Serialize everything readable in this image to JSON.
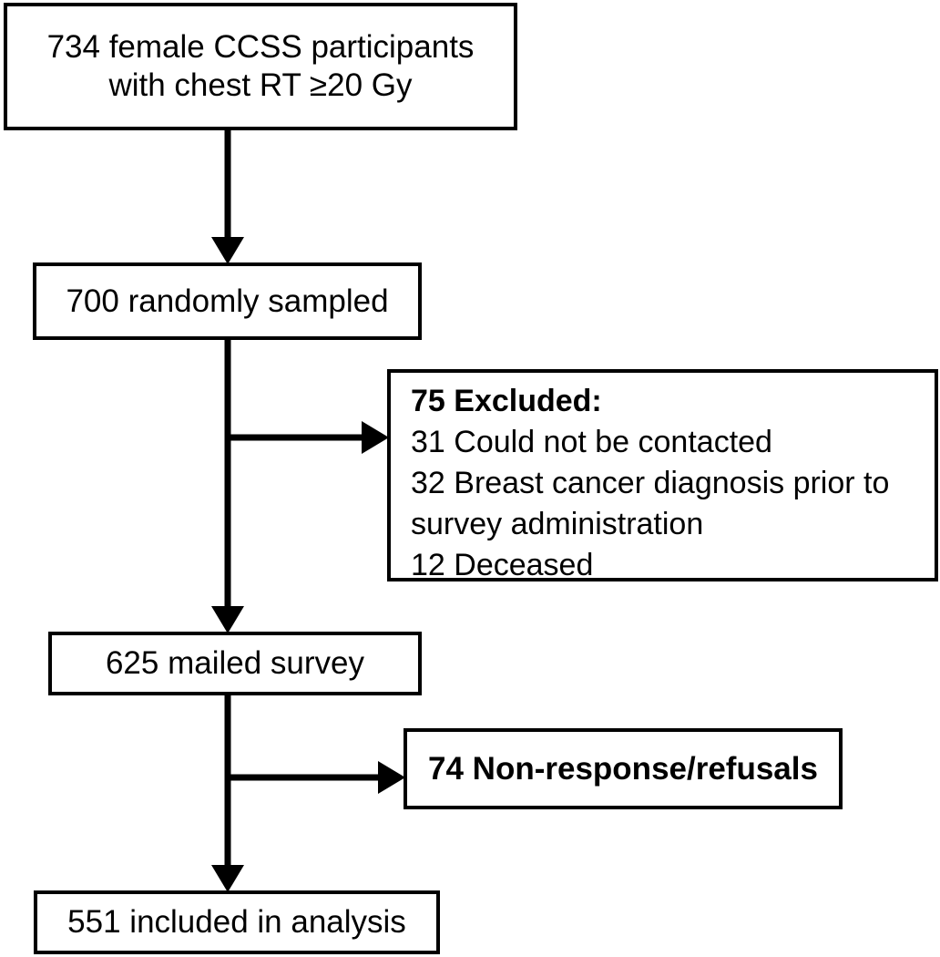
{
  "diagram": {
    "boxes": {
      "participants": {
        "line1": "734 female CCSS participants",
        "line2": "with chest RT ≥20 Gy"
      },
      "sampled": {
        "text": "700 randomly sampled"
      },
      "excluded": {
        "heading": "75 Excluded:",
        "items": [
          "31 Could not be contacted",
          "32 Breast cancer diagnosis prior to survey administration",
          "12 Deceased"
        ]
      },
      "mailed": {
        "text": "625 mailed survey"
      },
      "nonresponse": {
        "text": "74 Non-response/refusals"
      },
      "included": {
        "text": "551 included in analysis"
      }
    },
    "colors": {
      "line": "#000000",
      "background": "#ffffff",
      "text": "#000000"
    }
  }
}
